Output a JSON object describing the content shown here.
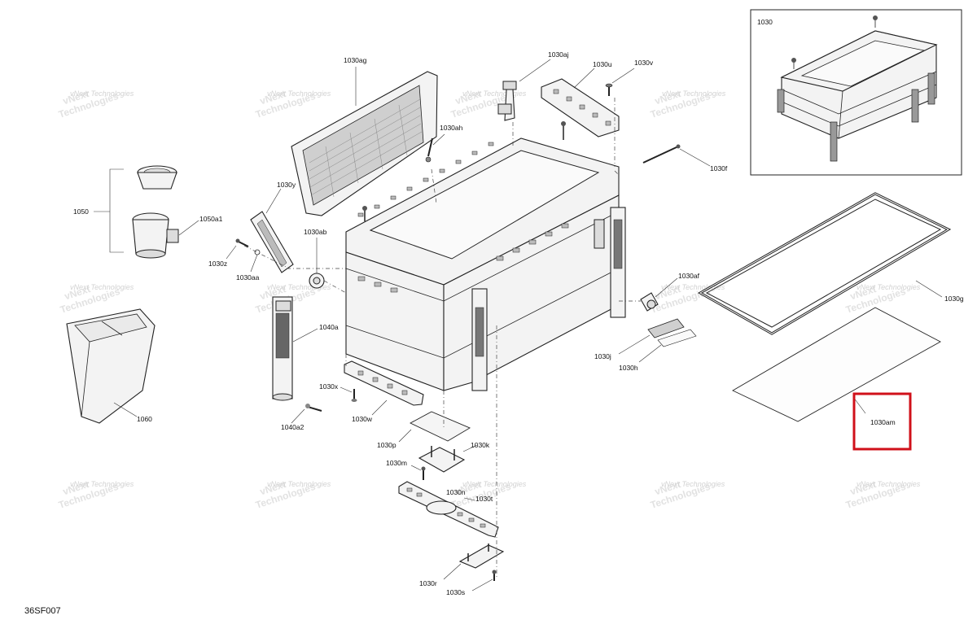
{
  "diagram_code": "36SF007",
  "inset_label": "1030",
  "highlighted_label": "1030am",
  "highlight_color": "#d0101a",
  "watermark": {
    "line1": "vNext",
    "line2": "Technologies",
    "full": "vNext Technologies"
  },
  "labels": {
    "l1030ag": "1030ag",
    "l1030aj": "1030aj",
    "l1030u": "1030u",
    "l1030v": "1030v",
    "l1030ah": "1030ah",
    "l1030f": "1030f",
    "l1050": "1050",
    "l1050a1": "1050a1",
    "l1030y": "1030y",
    "l1030z": "1030z",
    "l1030ab": "1030ab",
    "l1030aa": "1030aa",
    "l1030af": "1030af",
    "l1030g": "1030g",
    "l1040a": "1040a",
    "l1030j": "1030j",
    "l1030h": "1030h",
    "l1030x": "1030x",
    "l1030w": "1030w",
    "l1060": "1060",
    "l1040a2": "1040a2",
    "l1030p": "1030p",
    "l1030k": "1030k",
    "l1030m": "1030m",
    "l1030n": "1030n",
    "l1030t": "1030t",
    "l1030r": "1030r",
    "l1030s": "1030s",
    "l1030am": "1030am"
  }
}
